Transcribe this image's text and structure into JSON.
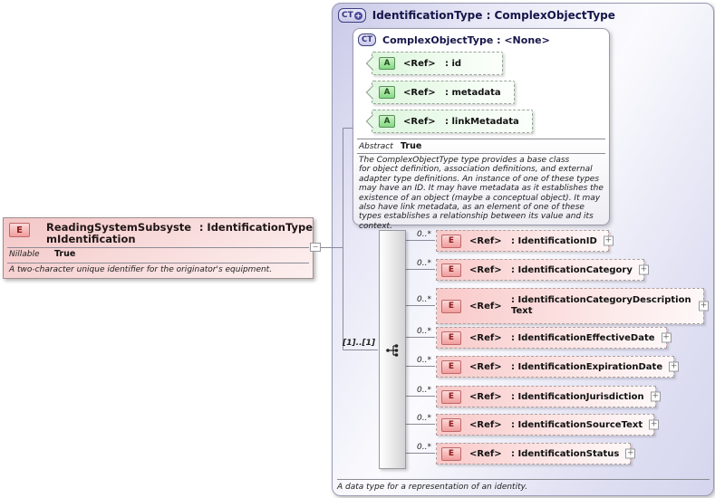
{
  "icons": {
    "plus": "+",
    "minus": "−"
  },
  "colors": {
    "lavender_bg": "#dcdcf2",
    "box_border": "#9a9ab4",
    "title_text": "#15154a",
    "attribute_green": "#84d884",
    "attribute_bg": "#eafbea",
    "element_pink": "#f9c9c9",
    "element_badge": "#f09c9c",
    "wire_gray": "#8a8a9a"
  },
  "left_element": {
    "badge": "E",
    "name": "ReadingSystemSubsystemIdentification",
    "type": ": IdentificationType",
    "property_label": "Nillable",
    "property_value": "True",
    "doc": "A two-character unique identifier for the originator's equipment."
  },
  "main_type": {
    "badge": "CT",
    "title": "IdentificationType : ComplexObjectType",
    "doc": "A data type for a representation of an identity.",
    "base_type": {
      "badge": "CT",
      "title": "ComplexObjectType : <None>",
      "attributes": [
        {
          "badge": "A",
          "ref": "<Ref>",
          "type": ": id"
        },
        {
          "badge": "A",
          "ref": "<Ref>",
          "type": ": metadata"
        },
        {
          "badge": "A",
          "ref": "<Ref>",
          "type": ": linkMetadata"
        }
      ],
      "property_label": "Abstract",
      "property_value": "True",
      "doc": "The ComplexObjectType type provides a base class\nfor object definition, association definitions, and external adapter type definitions. An instance of one of these types may have an ID. It may have metadata as it establishes the existence of an object (maybe a conceptual object). It may also have link metadata, as an element of one of these types establishes a relationship between its value and its context."
    },
    "sequence": {
      "cardinality": "[1]..[1]"
    },
    "elements": [
      {
        "cardinality": "0..*",
        "badge": "E",
        "ref": "<Ref>",
        "type": ": IdentificationID"
      },
      {
        "cardinality": "0..*",
        "badge": "E",
        "ref": "<Ref>",
        "type": ": IdentificationCategory"
      },
      {
        "cardinality": "0..*",
        "badge": "E",
        "ref": "<Ref>",
        "type": ": IdentificationCategoryDescriptionText"
      },
      {
        "cardinality": "0..*",
        "badge": "E",
        "ref": "<Ref>",
        "type": ": IdentificationEffectiveDate"
      },
      {
        "cardinality": "0..*",
        "badge": "E",
        "ref": "<Ref>",
        "type": ": IdentificationExpirationDate"
      },
      {
        "cardinality": "0..*",
        "badge": "E",
        "ref": "<Ref>",
        "type": ": IdentificationJurisdiction"
      },
      {
        "cardinality": "0..*",
        "badge": "E",
        "ref": "<Ref>",
        "type": ": IdentificationSourceText"
      },
      {
        "cardinality": "0..*",
        "badge": "E",
        "ref": "<Ref>",
        "type": ": IdentificationStatus"
      }
    ]
  }
}
